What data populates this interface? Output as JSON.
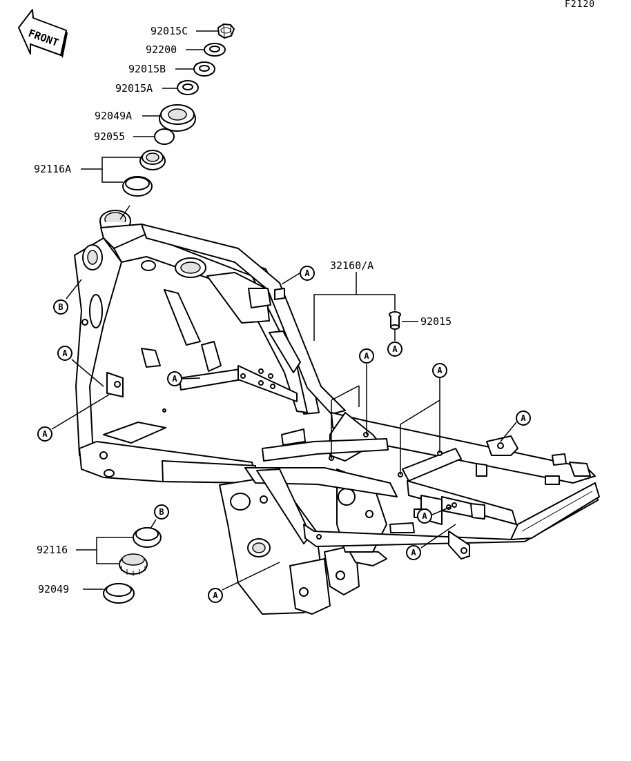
{
  "figure_code": "F2120",
  "front_label": "FRONT",
  "parts": {
    "p92015C": "92015C",
    "p92200": "92200",
    "p92015B": "92015B",
    "p92015A": "92015A",
    "p92049A": "92049A",
    "p92055": "92055",
    "p92116A": "92116A",
    "p32160A": "32160/A",
    "p92015": "92015",
    "p92116": "92116",
    "p92049": "92049"
  },
  "callouts": {
    "a": "A",
    "b": "B"
  }
}
